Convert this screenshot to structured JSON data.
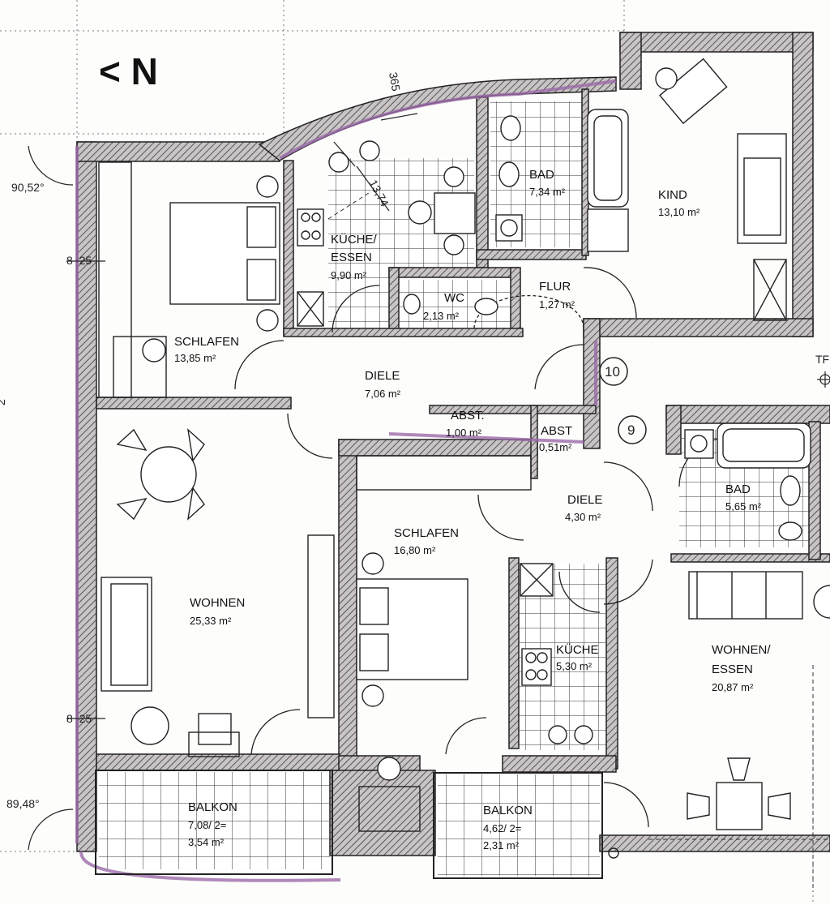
{
  "north_label": "< N",
  "dimensions": {
    "wall_thickness": "365",
    "curve_dim": "13,74",
    "angle_top": "90,52°",
    "angle_bottom": "89,48°",
    "offset_top": "8  25",
    "offset_bottom": "8  25",
    "edge_fragment": "2",
    "tr_fragment": "TF"
  },
  "unit_numbers": [
    "10",
    "9"
  ],
  "rooms": {
    "schlafen1": {
      "name": "SCHLAFEN",
      "area": "13,85 m²"
    },
    "kueche1": {
      "name1": "KÜCHE/",
      "name2": "ESSEN",
      "area": "9,90 m²"
    },
    "bad1": {
      "name": "BAD",
      "area": "7,34 m²"
    },
    "kind": {
      "name": "KIND",
      "area": "13,10 m²"
    },
    "wc": {
      "name": "WC",
      "area": "2,13 m²"
    },
    "flur": {
      "name": "FLUR",
      "area": "1,27 m²"
    },
    "diele1": {
      "name": "DIELE",
      "area": "7,06 m²"
    },
    "abst1": {
      "name": "ABST.",
      "area": "1,00 m²"
    },
    "abst2": {
      "name": "ABST",
      "area": "0,51m²"
    },
    "diele2": {
      "name": "DIELE",
      "area": "4,30 m²"
    },
    "bad2": {
      "name": "BAD",
      "area": "5,65 m²"
    },
    "schlafen2": {
      "name": "SCHLAFEN",
      "area": "16,80 m²"
    },
    "wohnen1": {
      "name": "WOHNEN",
      "area": "25,33 m²"
    },
    "kueche2": {
      "name": "KÜCHE",
      "area": "5,30 m²"
    },
    "wohnen2": {
      "name1": "WOHNEN/",
      "name2": "ESSEN",
      "area": "20,87 m²"
    },
    "balkon1": {
      "name": "BALKON",
      "area1": "7,08/ 2=",
      "area2": "3,54 m²"
    },
    "balkon2": {
      "name": "BALKON",
      "area1": "4,62/ 2=",
      "area2": "2,31 m²"
    }
  },
  "colors": {
    "wall": "#8a8486",
    "wall_edge": "#333",
    "highlight": "#9b6aa8",
    "line": "#222"
  }
}
